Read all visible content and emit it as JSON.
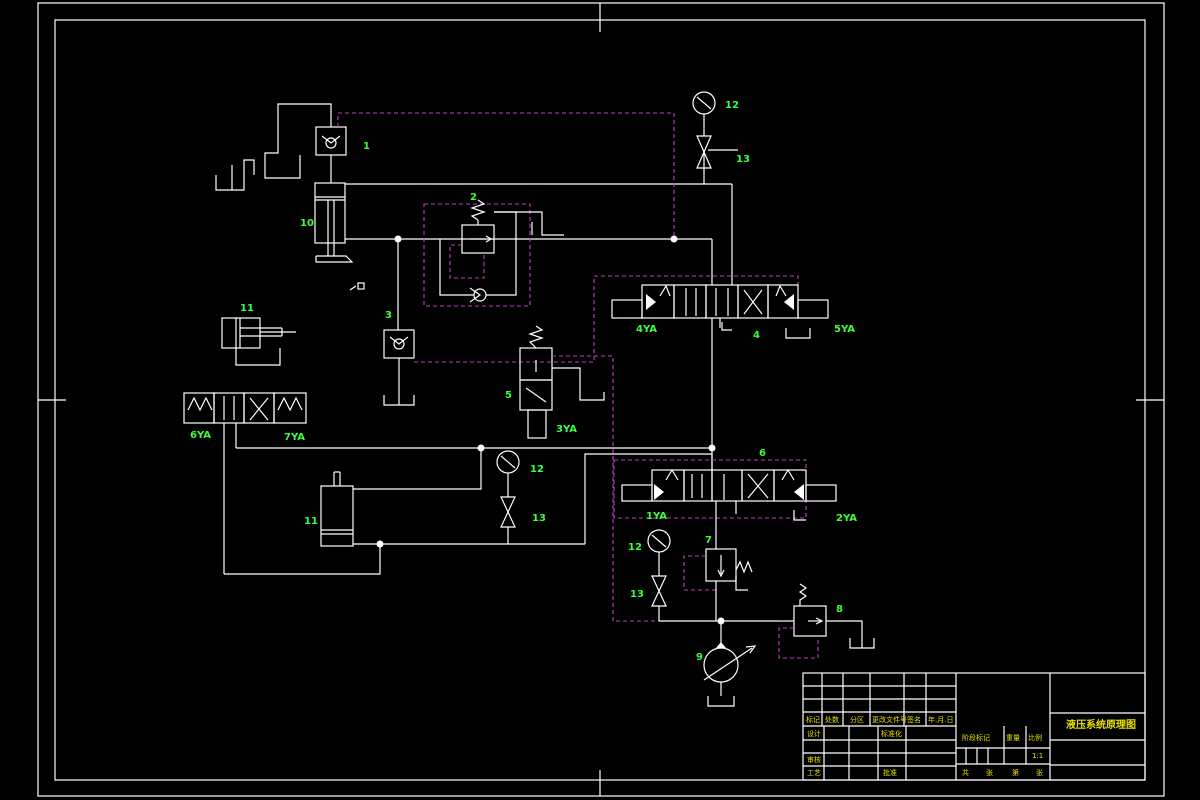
{
  "colors": {
    "background": "#000000",
    "line": "#ffffff",
    "pilot_line": "#c040c0",
    "label": "#3cff3c",
    "title_text": "#e8e000"
  },
  "labels": {
    "c1": "1",
    "c2": "2",
    "c3": "3",
    "c4": "4",
    "c5": "5",
    "c6": "6",
    "c7": "7",
    "c8": "8",
    "c9": "9",
    "c10": "10",
    "c11a": "11",
    "c11b": "11",
    "c12a": "12",
    "c12b": "12",
    "c12c": "12",
    "c13a": "13",
    "c13b": "13",
    "c13c": "13",
    "ya1": "1YA",
    "ya2": "2YA",
    "ya3": "3YA",
    "ya4": "4YA",
    "ya5": "5YA",
    "ya6": "6YA",
    "ya7": "7YA"
  },
  "title_block": {
    "drawing_title": "液压系统原理图",
    "scale": "1:1",
    "row_labels": [
      "标记",
      "处数",
      "分区",
      "更改文件号",
      "签名",
      "年.月.日"
    ],
    "design": "设计",
    "standardization": "标准化",
    "stage_mark": "阶段标记",
    "weight": "重量",
    "ratio": "比例",
    "review": "审核",
    "process": "工艺",
    "approve": "批准",
    "sheet_total": "共",
    "sheet_word": "张",
    "sheet_no": "第",
    "sheet_word2": "张"
  }
}
